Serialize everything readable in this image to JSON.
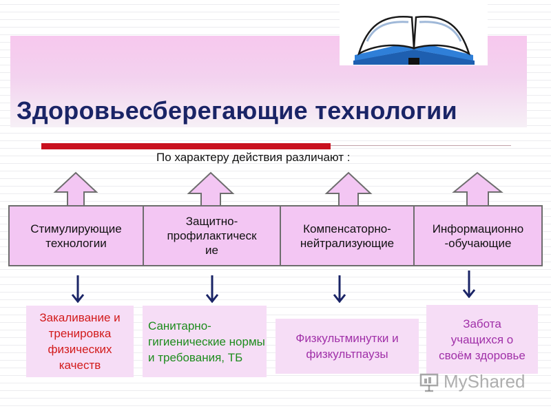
{
  "title": "Здоровьесберегающие технологии",
  "subtitle": "По характеру действия различают :",
  "categories": [
    {
      "label": "Стимулирующие технологии"
    },
    {
      "label": "Защитно-профилактическ ие"
    },
    {
      "label": "Компенсаторно-нейтрализующие"
    },
    {
      "label": "Информационно -обучающие"
    }
  ],
  "examples": [
    {
      "text": "Закаливание и тренировка физических качеств",
      "color": "#d21a1a"
    },
    {
      "text": "Санитарно-гигиенические нормы и требования, ТБ",
      "color": "#1d8c1d"
    },
    {
      "text": "Физкультминутки и физкультпаузы",
      "color": "#a030a8"
    },
    {
      "text": "Забота учащихся о своём здоровье",
      "color": "#a030a8"
    }
  ],
  "watermark": "MyShared",
  "colors": {
    "title": "#1a2466",
    "accent_red": "#c8101e",
    "box_fill": "#f3c6f3",
    "card_fill": "#f6ddf6"
  }
}
